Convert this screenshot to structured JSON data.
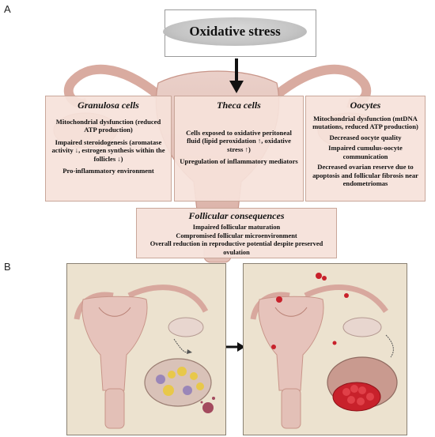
{
  "panels": {
    "a": "A",
    "b": "B"
  },
  "title": "Oxidative stress",
  "cells": [
    {
      "heading": "Granulosa cells",
      "items": [
        "Mitochondrial dysfunction (reduced ATP production)",
        "Impaired steroidogenesis (aromatase activity ↓, estrogen synthesis within the follicles ↓)",
        "Pro-inflammatory environment"
      ]
    },
    {
      "heading": "Theca cells",
      "items": [
        "Cells exposed to  oxidative peritoneal fluid  (lipid peroxidation ↑, oxidative stress ↑)",
        "Upregulation of inflammatory mediators"
      ]
    },
    {
      "heading": "Oocytes",
      "items": [
        "Mitochondrial dysfunction (mtDNA mutations, reduced ATP production)",
        "Decreased oocyte quality",
        "Impaired cumulus-oocyte communication",
        "Decreased ovarian reserve due to apoptosis and follicular fibrosis near endometriomas"
      ]
    }
  ],
  "consequences": {
    "heading": "Follicular consequences",
    "items": [
      "Impaired follicular maturation",
      "Compromised follicular microenvironment",
      "Overall reduction in reproductive potential despite preserved ovulation"
    ]
  },
  "colors": {
    "uterus": "#e6c3bb",
    "uterus_dark": "#c89589",
    "box_fill": "#f6e2da",
    "panel_bg": "#ece2cf",
    "lesion": "#c8212b",
    "follicle_yellow": "#e8c84a",
    "follicle_purple": "#9a86b8"
  }
}
